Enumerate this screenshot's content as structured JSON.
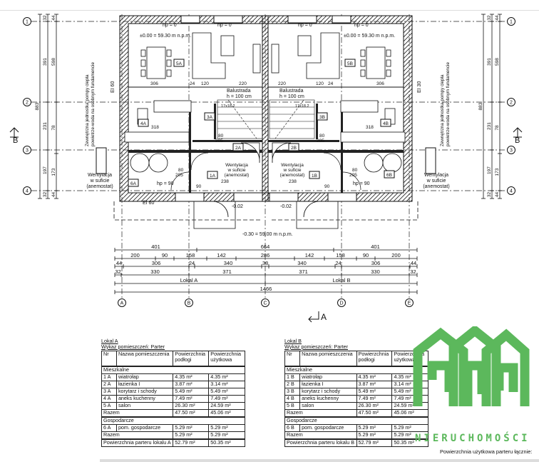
{
  "plan": {
    "grid_rows": [
      "1",
      "2",
      "3",
      "4"
    ],
    "grid_cols": [
      "A",
      "B",
      "C",
      "D",
      "E"
    ],
    "section_b": "B",
    "section_a": "A",
    "level_floor_left": "±0.00 = 59.30 m n.p.m.",
    "level_floor_right": "±0.00 = 59.30 m n.p.m.",
    "level_ground": "-0.30 = 59.00 m n.p.m.",
    "level_entry_left": "-0.02",
    "level_entry_right": "-0.02",
    "hp": "hp = 0",
    "hp_90": "hp = 90",
    "rooms_left": [
      "5A",
      "4A",
      "3A",
      "2A",
      "1A",
      "6A"
    ],
    "rooms_right": [
      "5B",
      "4B",
      "3B",
      "2B",
      "1B",
      "6B"
    ],
    "balustrada": "Balustrada",
    "balustrada_h": "h = 100 cm",
    "stairs": "17x18.2",
    "fire_left": "EI 60",
    "fire_right": "EI 30",
    "vent_lines": [
      "Wentylacja",
      "w suficie",
      "(anemostat)"
    ],
    "heat_pump_lines": [
      "Zewnętrzna jednostka pompy ciepła",
      "powietrze-woda na osobnym fundamencie"
    ],
    "door_80": "80",
    "door_205": "205",
    "inner_dims": [
      "306",
      "24",
      "120",
      "220",
      "318",
      "238",
      "90"
    ],
    "dims_left_outer": [
      "883"
    ],
    "dims_left_mid": [
      "32",
      "391",
      "231",
      "197",
      "32"
    ],
    "dims_left_inner": [
      "44",
      "598",
      "78",
      "173",
      "44"
    ],
    "dims_bottom": {
      "row1": [
        "401",
        "664",
        "401"
      ],
      "row2": [
        "200",
        "90",
        "158",
        "142",
        "286",
        "142",
        "158",
        "90",
        "200"
      ],
      "row3": [
        "44",
        "306",
        "24",
        "340",
        "38",
        "340",
        "24",
        "306",
        "44"
      ],
      "row4": [
        "32",
        "330",
        "371",
        "371",
        "330",
        "32"
      ],
      "row5": [
        "Lokal A",
        "Lokal B"
      ],
      "row6": [
        "1466"
      ]
    }
  },
  "tables": [
    {
      "title": "Lokal A",
      "subtitle": "Wykaz pomieszczeń: Parter",
      "headers": [
        "Nr",
        "Nazwa pomieszczenia",
        "Powierzchnia podłogi",
        "Powierzchnia użytkowa"
      ],
      "section1": "Mieszkalne",
      "rows1": [
        [
          "1 A",
          "wiatrołap",
          "4.35 m²",
          "4.35 m²"
        ],
        [
          "2 A",
          "łazienka I",
          "3.87 m²",
          "3.14 m²"
        ],
        [
          "3 A",
          "korytarz i schody",
          "5.49 m²",
          "5.49 m²"
        ],
        [
          "4 A",
          "aneks kuchenny",
          "7.49 m²",
          "7.49 m²"
        ],
        [
          "5 A",
          "salon",
          "26.30 m²",
          "24.59 m²"
        ]
      ],
      "sum1": [
        "Razem",
        "47.50 m²",
        "45.06 m²"
      ],
      "section2": "Gospodarcze",
      "rows2": [
        [
          "6 A",
          "pom. gospodarcze",
          "5.29 m²",
          "5.29 m²"
        ]
      ],
      "sum2": [
        "Razem",
        "5.29 m²",
        "5.29 m²"
      ],
      "total": [
        "Powierzchnia parteru lokalu A",
        "52.79 m²",
        "50.35 m²"
      ]
    },
    {
      "title": "Lokal B",
      "subtitle": "Wykaz pomieszczeń: Parter",
      "headers": [
        "Nr",
        "Nazwa pomieszczenia",
        "Powierzchnia podłogi",
        "Powierzchnia użytkowa"
      ],
      "section1": "Mieszkalne",
      "rows1": [
        [
          "1 B",
          "wiatrołap",
          "4.35 m²",
          "4.35 m²"
        ],
        [
          "2 B",
          "łazienka I",
          "3.87 m²",
          "3.14 m²"
        ],
        [
          "3 B",
          "korytarz i schody",
          "5.49 m²",
          "5.49 m²"
        ],
        [
          "4 B",
          "aneks kuchenny",
          "7.49 m²",
          "7.49 m²"
        ],
        [
          "5 B",
          "salon",
          "26.30 m²",
          "24.59 m²"
        ]
      ],
      "sum1": [
        "Razem",
        "47.50 m²",
        "45.06 m²"
      ],
      "section2": "Gospodarcze",
      "rows2": [
        [
          "6 B",
          "pom. gospodarcze",
          "5.29 m²",
          "5.29 m²"
        ]
      ],
      "sum2": [
        "Razem",
        "5.29 m²",
        "5.29 m²"
      ],
      "total": [
        "Powierzchnia parteru lokalu B",
        "52.79 m²",
        "50.35 m²"
      ]
    }
  ],
  "watermark": {
    "text": "NIERUCHOMOŚCI",
    "color": "#5cb85c"
  },
  "total_label": "Powierzchnia użytkowa parteru łącznie:"
}
